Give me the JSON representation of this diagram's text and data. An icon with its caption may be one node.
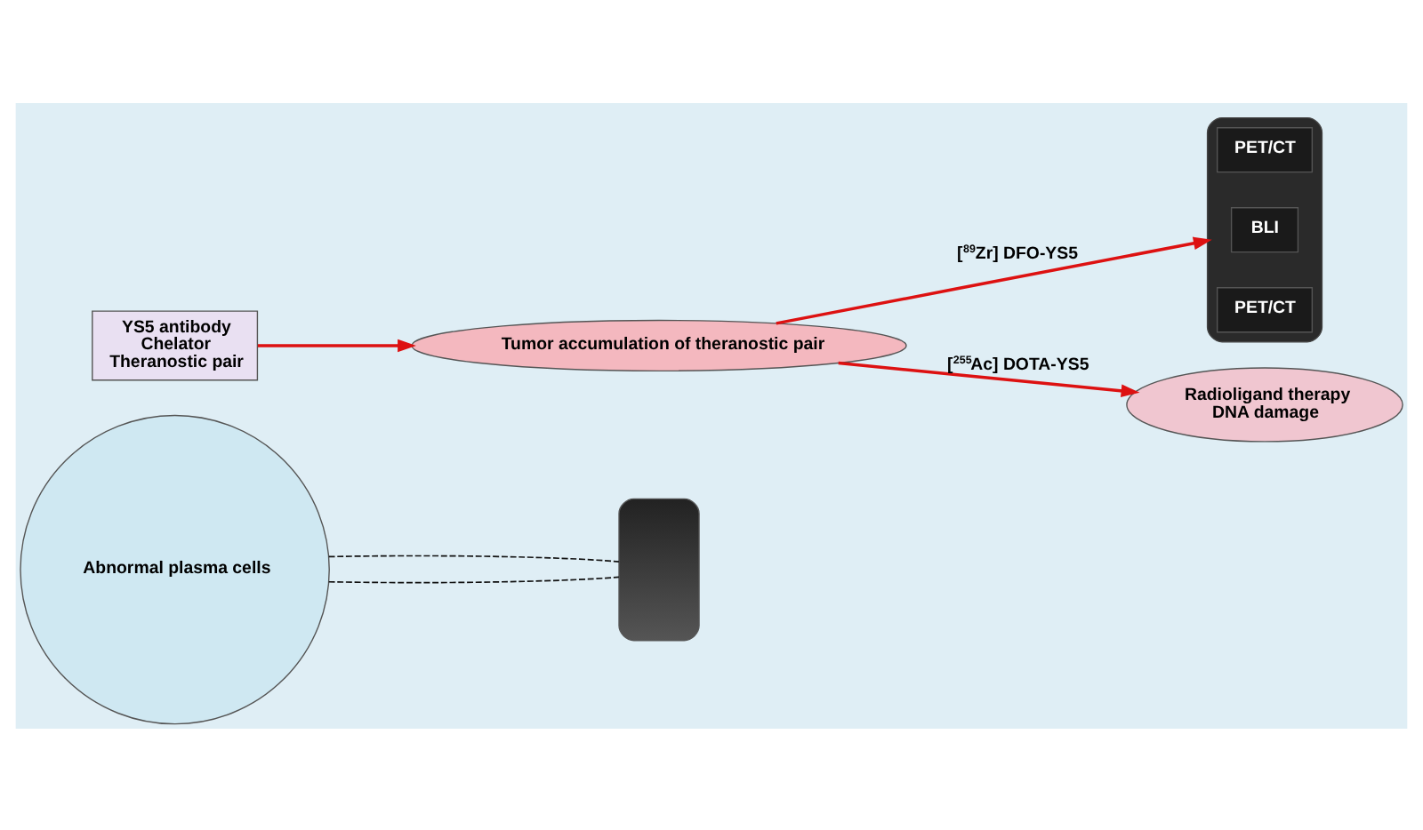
{
  "diagram": {
    "nodes": [
      {
        "text": [
          "Abnormal plasma cells"
        ]
      },
      {
        "text": [],
        "shape": "picture"
      },
      {
        "text": [
          "YS5 antibody",
          "Chelator",
          "Theranostic pair"
        ]
      },
      {
        "text": [
          "Tumor accumulation of theranostic pair"
        ]
      },
      {
        "text": [],
        "shape": "picture"
      },
      {
        "text": [
          "PET/CT"
        ],
        "in": 4
      },
      {
        "text": [
          "BLI"
        ],
        "in": 4
      },
      {
        "text": [
          "PET/CT"
        ],
        "in": 4
      },
      {
        "text": [
          "Radioligand therapy",
          "DNA damage"
        ]
      }
    ],
    "edges": [
      {
        "from": 0,
        "to": 1,
        "arrow": "none",
        "style": "dashed",
        "color": "#111111"
      },
      {
        "from": 0,
        "to": 1,
        "arrow": "none",
        "style": "dashed",
        "color": "#111111"
      },
      {
        "from": 2,
        "to": 3,
        "arrow": "to"
      },
      {
        "from": 3,
        "to": 4,
        "arrow": "to",
        "label": "[$^{89}$Zr] DFO-YS5"
      },
      {
        "from": 3,
        "to": 8,
        "arrow": "to",
        "label": "[$^{255}$Ac] DOTA-YS5"
      }
    ]
  }
}
